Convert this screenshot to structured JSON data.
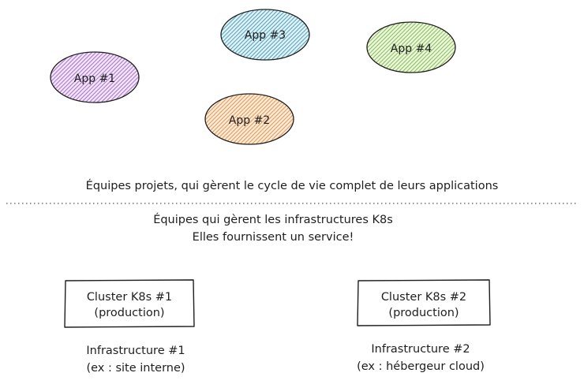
{
  "apps": [
    {
      "label": "App #1",
      "fill": "#d8b6e8",
      "stroke": "#b076cc"
    },
    {
      "label": "App #3",
      "fill": "#a9d9e6",
      "stroke": "#5aa7be"
    },
    {
      "label": "App #4",
      "fill": "#cce8a6",
      "stroke": "#8cc25a"
    },
    {
      "label": "App #2",
      "fill": "#f4c99a",
      "stroke": "#e59a55"
    }
  ],
  "teams_projects_text": "Équipes projets, qui gèrent le cycle de vie complet de leurs applications",
  "infra_teams": {
    "line1": "Équipes qui gèrent les infrastructures K8s",
    "line2": "Elles fournissent un service!"
  },
  "clusters": [
    {
      "line1": "Cluster K8s #1",
      "line2": "(production)",
      "caption1": "Infrastructure #1",
      "caption2": "(ex : site interne)"
    },
    {
      "line1": "Cluster K8s #2",
      "line2": "(production)",
      "caption1": "Infrastructure #2",
      "caption2": "(ex : hébergeur cloud)"
    }
  ],
  "colors": {
    "ink": "#1e1e1e",
    "divider": "#555555"
  }
}
